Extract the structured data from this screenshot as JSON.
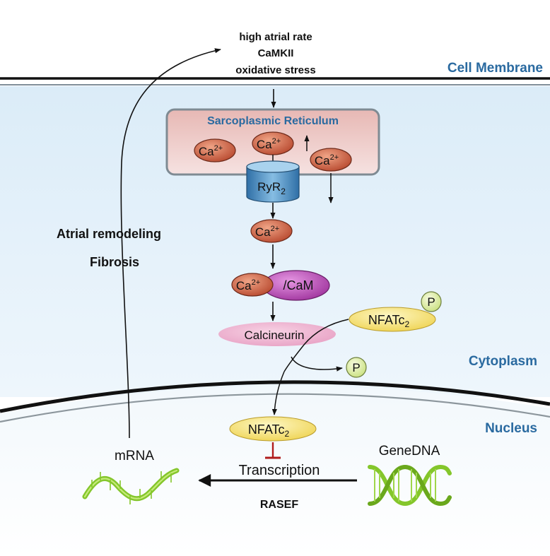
{
  "stimuli": [
    "high atrial rate",
    "CaMKII",
    "oxidative stress"
  ],
  "regions": {
    "membrane": "Cell Membrane",
    "cytoplasm": "Cytoplasm",
    "nucleus": "Nucleus"
  },
  "sr": {
    "title": "Sarcoplasmic Reticulum",
    "channel_base": "RyR",
    "channel_sub": "2"
  },
  "calcium": {
    "base": "Ca",
    "charge": "2+"
  },
  "cam_suffix": "/CaM",
  "calcineurin": "Calcineurin",
  "nfat": {
    "base": "NFATc",
    "sub": "2"
  },
  "phosphate": "P",
  "effects": [
    "Atrial remodeling",
    "Fibrosis"
  ],
  "transcription": "Transcription",
  "mrna": "mRNA",
  "gene": "GeneDNA",
  "rasef": "RASEF",
  "colors": {
    "cytoplasm_top": "#dfeef8",
    "cytoplasm_bottom": "#f4f9fd",
    "membrane_line": "#111111",
    "label_blue": "#2a6aa0",
    "sr_fill": "#ebc7c5",
    "ca_fill": "#c9583e",
    "cam_fill": "#b545b3",
    "calcineurin_fill": "#efb6d3",
    "nfat_fill": "#f3e070",
    "phosphate_fill": "#dcecab",
    "ryr_fill": "#4d8fc3",
    "inhibit_red": "#b01c1c",
    "dna_green": "#84c62b"
  }
}
